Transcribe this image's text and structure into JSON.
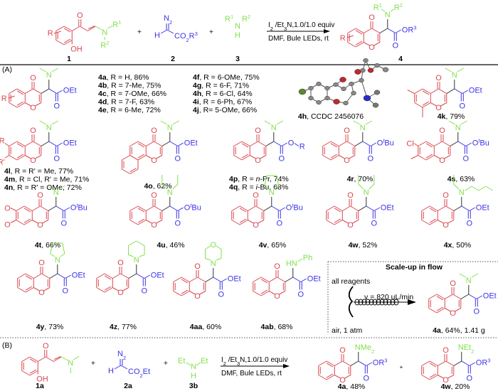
{
  "figure": {
    "colors": {
      "scaffold": "#d9474f",
      "ester": "#3b33e6",
      "amine": "#7fe04a",
      "text": "#000000"
    },
    "general_scheme": {
      "reactant_1": {
        "label": "1",
        "substituent": "R",
        "hydroxyl": "OH",
        "amine": [
          "R1",
          "R2"
        ]
      },
      "reactant_2": {
        "label": "2",
        "diazo": "N2",
        "h": "H",
        "ester": "CO2R3"
      },
      "reactant_3": {
        "label": "3",
        "amine": "R1-NH-R2",
        "h": "H"
      },
      "plus": "+",
      "conditions_top": "I2 /Et3N,1.0/1.0 equiv",
      "conditions_bottom": "DMF, Bule LEDs, rt",
      "product": {
        "label": "4",
        "ester": "OR3",
        "substituent": "R",
        "amine": [
          "R1",
          "R2"
        ]
      }
    },
    "section_a": {
      "label": "(A)",
      "series_4a_4j": [
        {
          "id": "4a",
          "text": ", R = H, 86%"
        },
        {
          "id": "4b",
          "text": ", R = 7-Me, 75%"
        },
        {
          "id": "4c",
          "text": ", R = 7-OMe, 66%"
        },
        {
          "id": "4d",
          "text": ", R = 7-F, 63%"
        },
        {
          "id": "4e",
          "text": ", R = 6-Me, 72%"
        },
        {
          "id": "4f",
          "text": ", R = 6-OMe, 75%"
        },
        {
          "id": "4g",
          "text": ", R = 6-F, 71%"
        },
        {
          "id": "4h",
          "text": ", R = 6-Cl, 64%"
        },
        {
          "id": "4i",
          "text": ", R = 6-Ph, 67%"
        },
        {
          "id": "4j",
          "text": ", R= 5-OMe, 66%"
        }
      ],
      "crystal": {
        "id": "4h",
        "text": ", CCDC 2456076"
      },
      "compounds": [
        {
          "id": "4k",
          "text": ", 79%",
          "ester": "OEt"
        },
        {
          "id": "4o",
          "text": ", 62%",
          "ester": "OEt"
        },
        {
          "id": "4r",
          "text": ", 70%",
          "ester": "OtBu"
        },
        {
          "id": "4s",
          "text": ", 63%",
          "ester": "OtBu"
        },
        {
          "id": "4t",
          "text": ", 66%",
          "ester": "OtBu"
        },
        {
          "id": "4u",
          "text": ", 46%",
          "ester": "OtBu"
        },
        {
          "id": "4v",
          "text": ", 65%",
          "ester": "OtBu"
        },
        {
          "id": "4w",
          "text": ", 52%",
          "ester": "OEt"
        },
        {
          "id": "4x",
          "text": ", 50%",
          "ester": "OEt"
        },
        {
          "id": "4y",
          "text": ", 73%",
          "ester": "OEt"
        },
        {
          "id": "4z",
          "text": ", 77%",
          "ester": "OEt"
        },
        {
          "id": "4aa",
          "text": ", 60%",
          "ester": "OEt"
        },
        {
          "id": "4ab",
          "text": ", 68%",
          "ester": "OEt",
          "amine": "HN-Ph"
        }
      ],
      "series_4l_4n": [
        {
          "id": "4l",
          "text": ", R = R' = Me, 77%"
        },
        {
          "id": "4m",
          "text": ", R = Cl, R' = Me, 71%"
        },
        {
          "id": "4n",
          "text": ", R = R' = OMe, 72%"
        }
      ],
      "series_4p_4q": [
        {
          "id": "4p",
          "text": ", R = n-Pr, 74%"
        },
        {
          "id": "4q",
          "text": ", R = i-Bu, 68%"
        }
      ],
      "flow": {
        "title": "Scale-up in flow",
        "inlet": "all reagents",
        "rate": "v = 820 uL/min",
        "atmosphere": "air, 1 atm",
        "product_id": "4a",
        "product_text": ", 64%, 1.41 g"
      }
    },
    "section_b": {
      "label": "(B)",
      "reactants": [
        {
          "id": "1a"
        },
        {
          "id": "2a",
          "ester": "CO2Et"
        },
        {
          "id": "3b",
          "amine": "Et-NH-Et"
        }
      ],
      "conditions_top": "I2 /Et3N,1.0/1.0 equiv",
      "conditions_bottom": "DMF, Bule LEDs, rt",
      "products": [
        {
          "id": "4a",
          "text": ", 48%",
          "amine": "NMe2",
          "ester": "OR3"
        },
        {
          "id": "4w",
          "text": ", 20%",
          "amine": "NEt2",
          "ester": "OR3"
        }
      ]
    }
  }
}
